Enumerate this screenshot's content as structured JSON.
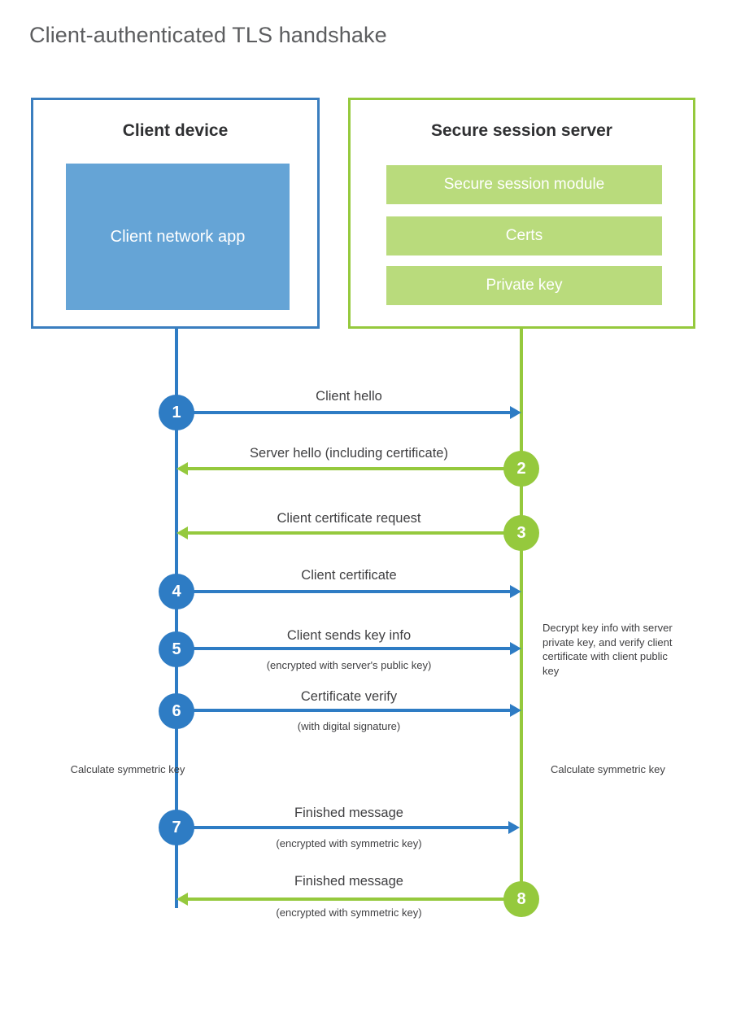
{
  "title": "Client-authenticated TLS handshake",
  "actors": {
    "client": {
      "title": "Client device",
      "app_label": "Client network app",
      "border_color": "#3a7ebf",
      "app_fill": "#65a4d6"
    },
    "server": {
      "title": "Secure session server",
      "border_color": "#95c93d",
      "row_fill": "#b9db7c",
      "rows": [
        {
          "label": "Secure session module"
        },
        {
          "label": "Certs"
        },
        {
          "label": "Private key"
        }
      ]
    }
  },
  "colors": {
    "client_blue": "#2e7cc4",
    "server_green": "#95c93d",
    "title_gray": "#5c5d5f",
    "text_dark": "#3f3f41"
  },
  "steps": [
    {
      "number": "1",
      "label": "Client hello",
      "sublabel": "",
      "direction": "right",
      "color": "blue"
    },
    {
      "number": "2",
      "label": "Server hello (including certificate)",
      "sublabel": "",
      "direction": "left",
      "color": "green"
    },
    {
      "number": "3",
      "label": "Client certificate request",
      "sublabel": "",
      "direction": "left",
      "color": "green"
    },
    {
      "number": "4",
      "label": "Client certificate",
      "sublabel": "",
      "direction": "right",
      "color": "blue"
    },
    {
      "number": "5",
      "label": "Client sends key info",
      "sublabel": "(encrypted with server's public key)",
      "direction": "right",
      "color": "blue"
    },
    {
      "number": "6",
      "label": "Certificate verify",
      "sublabel": "(with digital signature)",
      "direction": "right",
      "color": "blue"
    },
    {
      "number": "7",
      "label": "Finished message",
      "sublabel": "(encrypted with symmetric key)",
      "direction": "right",
      "color": "blue"
    },
    {
      "number": "8",
      "label": "Finished message",
      "sublabel": "(encrypted with symmetric key)",
      "direction": "left",
      "color": "green"
    }
  ],
  "notes": {
    "server_decrypt": "Decrypt key info with server private key, and verify client certificate with client public key",
    "client_calculate": "Calculate symmetric key",
    "server_calculate": "Calculate symmetric key"
  }
}
